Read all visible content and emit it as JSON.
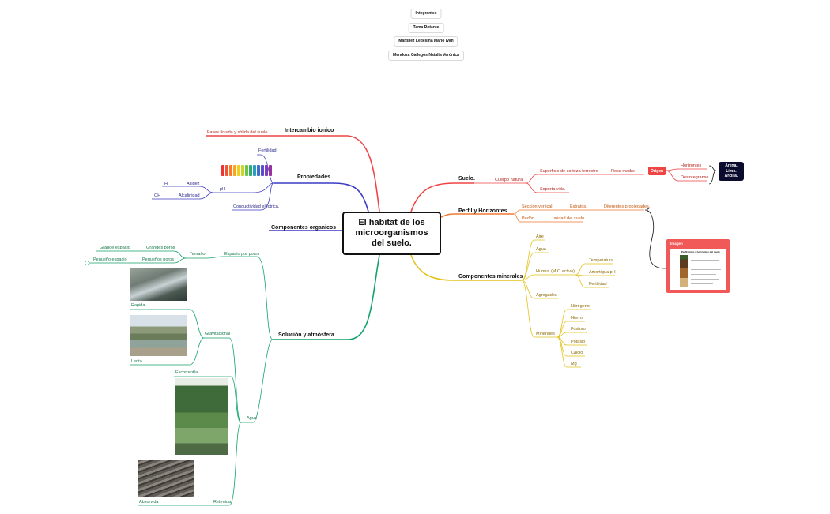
{
  "header": {
    "boxes": [
      "Integrantes",
      "Tema Rotante",
      "Martinez Ledesma Mario Ivan",
      "Mendoza Gallegos Natalia Verónica"
    ]
  },
  "center": {
    "title": "El habitat de los microorganismos del suelo."
  },
  "branches": {
    "intercambio": {
      "label": "Intercambio ionico",
      "child": "Fases líquida y sólida del suelo.",
      "color": "#ef4444"
    },
    "propiedades": {
      "label": "Propiedades",
      "fertilidad": "Fertilidad",
      "ph": "pH",
      "acidez": "Acidez",
      "h": "H",
      "alcalinidad": "Alcalinidad",
      "oh": "OH",
      "conductividad": "Conductividad eléctrica.",
      "color": "#3b3bc4"
    },
    "componentes_organicos": {
      "label": "Componentes organicos",
      "color": "#3b3bc4"
    },
    "solucion": {
      "label": "Solución y atmósfera",
      "espacio": "Espacio por poros",
      "tamano": "Tamaño",
      "grandes": "Grandes poros",
      "grande_espacio": "Grande espacio",
      "pequenos": "Pequeños poros",
      "pequeno_espacio": "Pequeño espacio",
      "agua": "Agua",
      "rapida": "Rapida",
      "gravitacional": "Gravitacional",
      "lenta": "Lenta",
      "escorrentia": "Escorrentía",
      "absorvida": "Absorvida",
      "retenida": "Retenida",
      "color": "#12a36a"
    },
    "suelo": {
      "label": "Suelo.",
      "cuerpo": "Cuerpo natural",
      "superficie": "Superficie de corteza terrestre",
      "roca": "Roca madre",
      "origen": "Origen",
      "horizontes": "Horizontes",
      "desintegranse": "Desintegranse",
      "soporta": "Soporta vida.",
      "arena": [
        "Arena.",
        "Limo.",
        "Arcilla."
      ],
      "color": "#ef4444"
    },
    "perfil": {
      "label": "Perfil y Horizontes",
      "seccion": "Sección vertical.",
      "estratos": "Estratos.",
      "diferentes": "Diferentes propiedades.",
      "pedon": "Pedón",
      "unidad": "unidad del suelo",
      "color": "#f07a30"
    },
    "minerales": {
      "label": "Componentes minerales",
      "aire": "Aire",
      "agua": "Agua",
      "humus": "Humus (M.O activa)",
      "temperatura": "Temperatura",
      "amortigua": "Amortigua pH",
      "fertilidad": "Fertilidad",
      "agregados": "Agregados",
      "minerales": "Minerales",
      "items": [
        "Nitrógeno",
        "Hierro",
        "Fósforo",
        "Potasio",
        "Calcio",
        "Mg"
      ],
      "color": "#e3c21a"
    }
  },
  "image_card": {
    "caption": "Imagen",
    "title": "Perfil típico y horizontes del suelo"
  }
}
